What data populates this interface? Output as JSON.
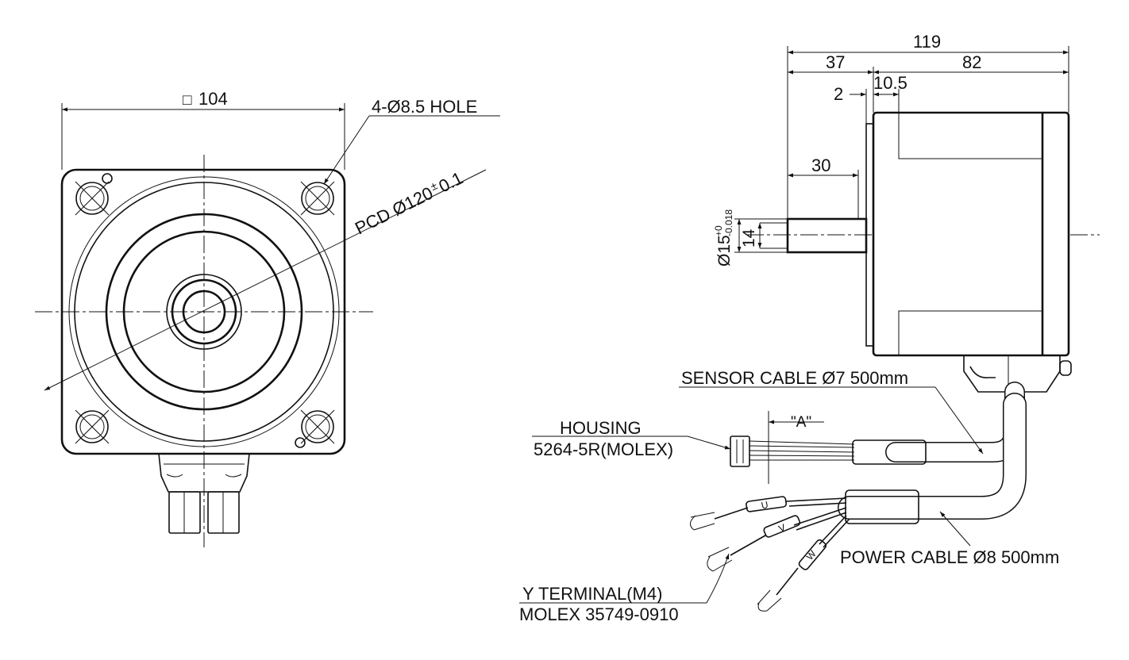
{
  "front_view": {
    "square_dim": "104",
    "square_symbol": "□",
    "hole_callout": "4-Ø8.5 HOLE",
    "pcd_prefix": "PCD Ø120",
    "pcd_tol_symbol": "±",
    "pcd_tol_value": "0.1"
  },
  "side_view": {
    "overall_length": "119",
    "shaft_side_length": "37",
    "body_length": "82",
    "flange_dim": "2",
    "pilot_dim": "10.5",
    "shaft_length": "30",
    "shaft_dia": "Ø15",
    "shaft_tol_upper": "+0",
    "shaft_tol_lower": "-0.018",
    "flat_dim": "14"
  },
  "cables": {
    "sensor_cable": "SENSOR CABLE Ø7 500mm",
    "power_cable": "POWER CABLE Ø8 500mm",
    "housing_label": "HOUSING",
    "housing_part": "5264-5R(MOLEX)",
    "detail_ref": "\"A\"",
    "terminal_label": "Y TERMINAL(M4)",
    "terminal_part": "MOLEX 35749-0910",
    "wire_u": "U",
    "wire_v": "V",
    "wire_w": "W"
  }
}
